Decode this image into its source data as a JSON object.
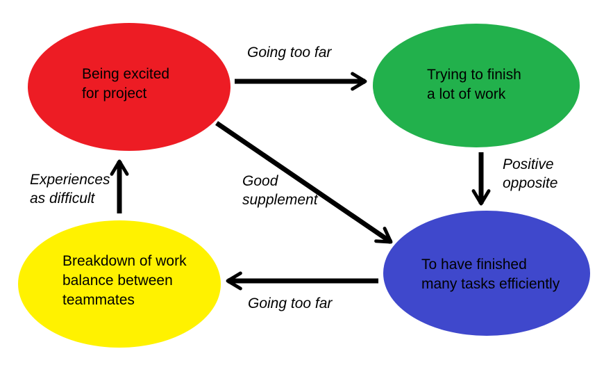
{
  "background": "#ffffff",
  "arrow_color": "#000000",
  "nodes": {
    "excited": {
      "lines": [
        "Being excited",
        "for project"
      ],
      "fill": "#ED1C24",
      "text_color": "#000000"
    },
    "finish": {
      "lines": [
        "Trying to finish",
        "a lot of work"
      ],
      "fill": "#22B14C",
      "text_color": "#000000"
    },
    "finished": {
      "lines": [
        "To have finished",
        "many tasks efficiently"
      ],
      "fill": "#3F48CC",
      "text_color": "#000000"
    },
    "breakdown": {
      "lines": [
        "Breakdown of work",
        "balance between",
        "teammates"
      ],
      "fill": "#FFF200",
      "text_color": "#000000"
    }
  },
  "edges": {
    "excited_to_finish": {
      "label": "Going too far"
    },
    "finish_to_finished": {
      "label_lines": [
        "Positive",
        "opposite"
      ]
    },
    "excited_to_finished": {
      "label_lines": [
        "Good",
        "supplement"
      ]
    },
    "finished_to_breakdown": {
      "label": "Going too far"
    },
    "breakdown_to_excited": {
      "label_lines": [
        "Experiences",
        "as difficult"
      ]
    }
  }
}
